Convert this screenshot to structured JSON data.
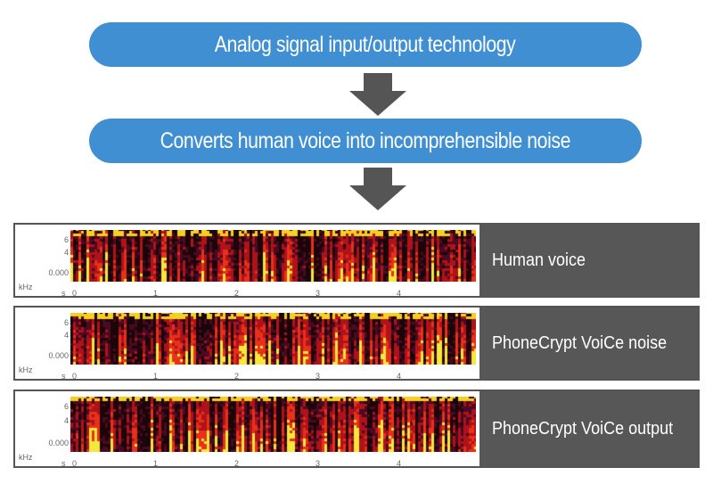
{
  "steps": [
    {
      "label": "Analog signal input/output technology"
    },
    {
      "label": "Converts human voice into incomprehensible noise"
    }
  ],
  "colors": {
    "pill": "#3f8fd2",
    "arrow": "#555555",
    "label_bg": "#575757"
  },
  "axis": {
    "y_ticks": [
      "6",
      "4",
      "0.000"
    ],
    "y_unit": "kHz",
    "x_unit": "s",
    "x_ticks": [
      "0",
      "1",
      "2",
      "3",
      "4"
    ]
  },
  "rows": [
    {
      "label": "Human voice"
    },
    {
      "label": "PhoneCrypt VoiCe noise"
    },
    {
      "label": "PhoneCrypt VoiCe output"
    }
  ]
}
